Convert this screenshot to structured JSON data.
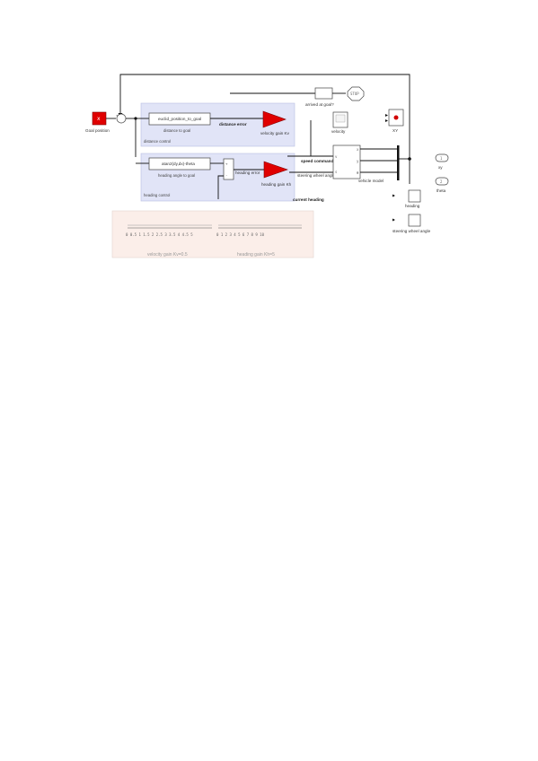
{
  "blocks": {
    "goal_position": "Goal position",
    "distance_block": "euclid_position_to_goal",
    "distance_block_caption": "distance to goal",
    "distance_error": "distance error",
    "velocity_gain": "velocity gain Kv",
    "distance_control_area": "distance control",
    "heading_block": "atan2(dy,dx)-theta",
    "heading_block_caption": "heading angle to goal",
    "heading_error": "heading error",
    "heading_gain": "heading gain Kh",
    "heading_control_area": "heading control",
    "current_heading": "current heading",
    "at_goal_check": "arrived at goal?",
    "stop": "STOP",
    "velocity_scope": "velocity",
    "xy_plot": "XY",
    "speed_command": "speed command",
    "steering_wheel_angle": "steering wheel angle",
    "vehicle_model": "vehicle model",
    "out_xy": "xy",
    "out_theta": "theta",
    "heading_scope": "heading",
    "steering_scope": "steering wheel angle",
    "heading_feedback": "current heading"
  },
  "sliders": {
    "velocity_label": "velocity gain Kv=0.5",
    "velocity_ticks": "0  0.5  1  1.5  2  2.5  3  3.5  4  4.5  5",
    "heading_label": "heading gain Kh=5",
    "heading_ticks": "0  1  2  3  4  5  6  7  8  9  10"
  },
  "colors": {
    "block_red": "#e00000",
    "subsystem_fill": "#e1e4f7",
    "panel_fill": "#fbeee9"
  }
}
